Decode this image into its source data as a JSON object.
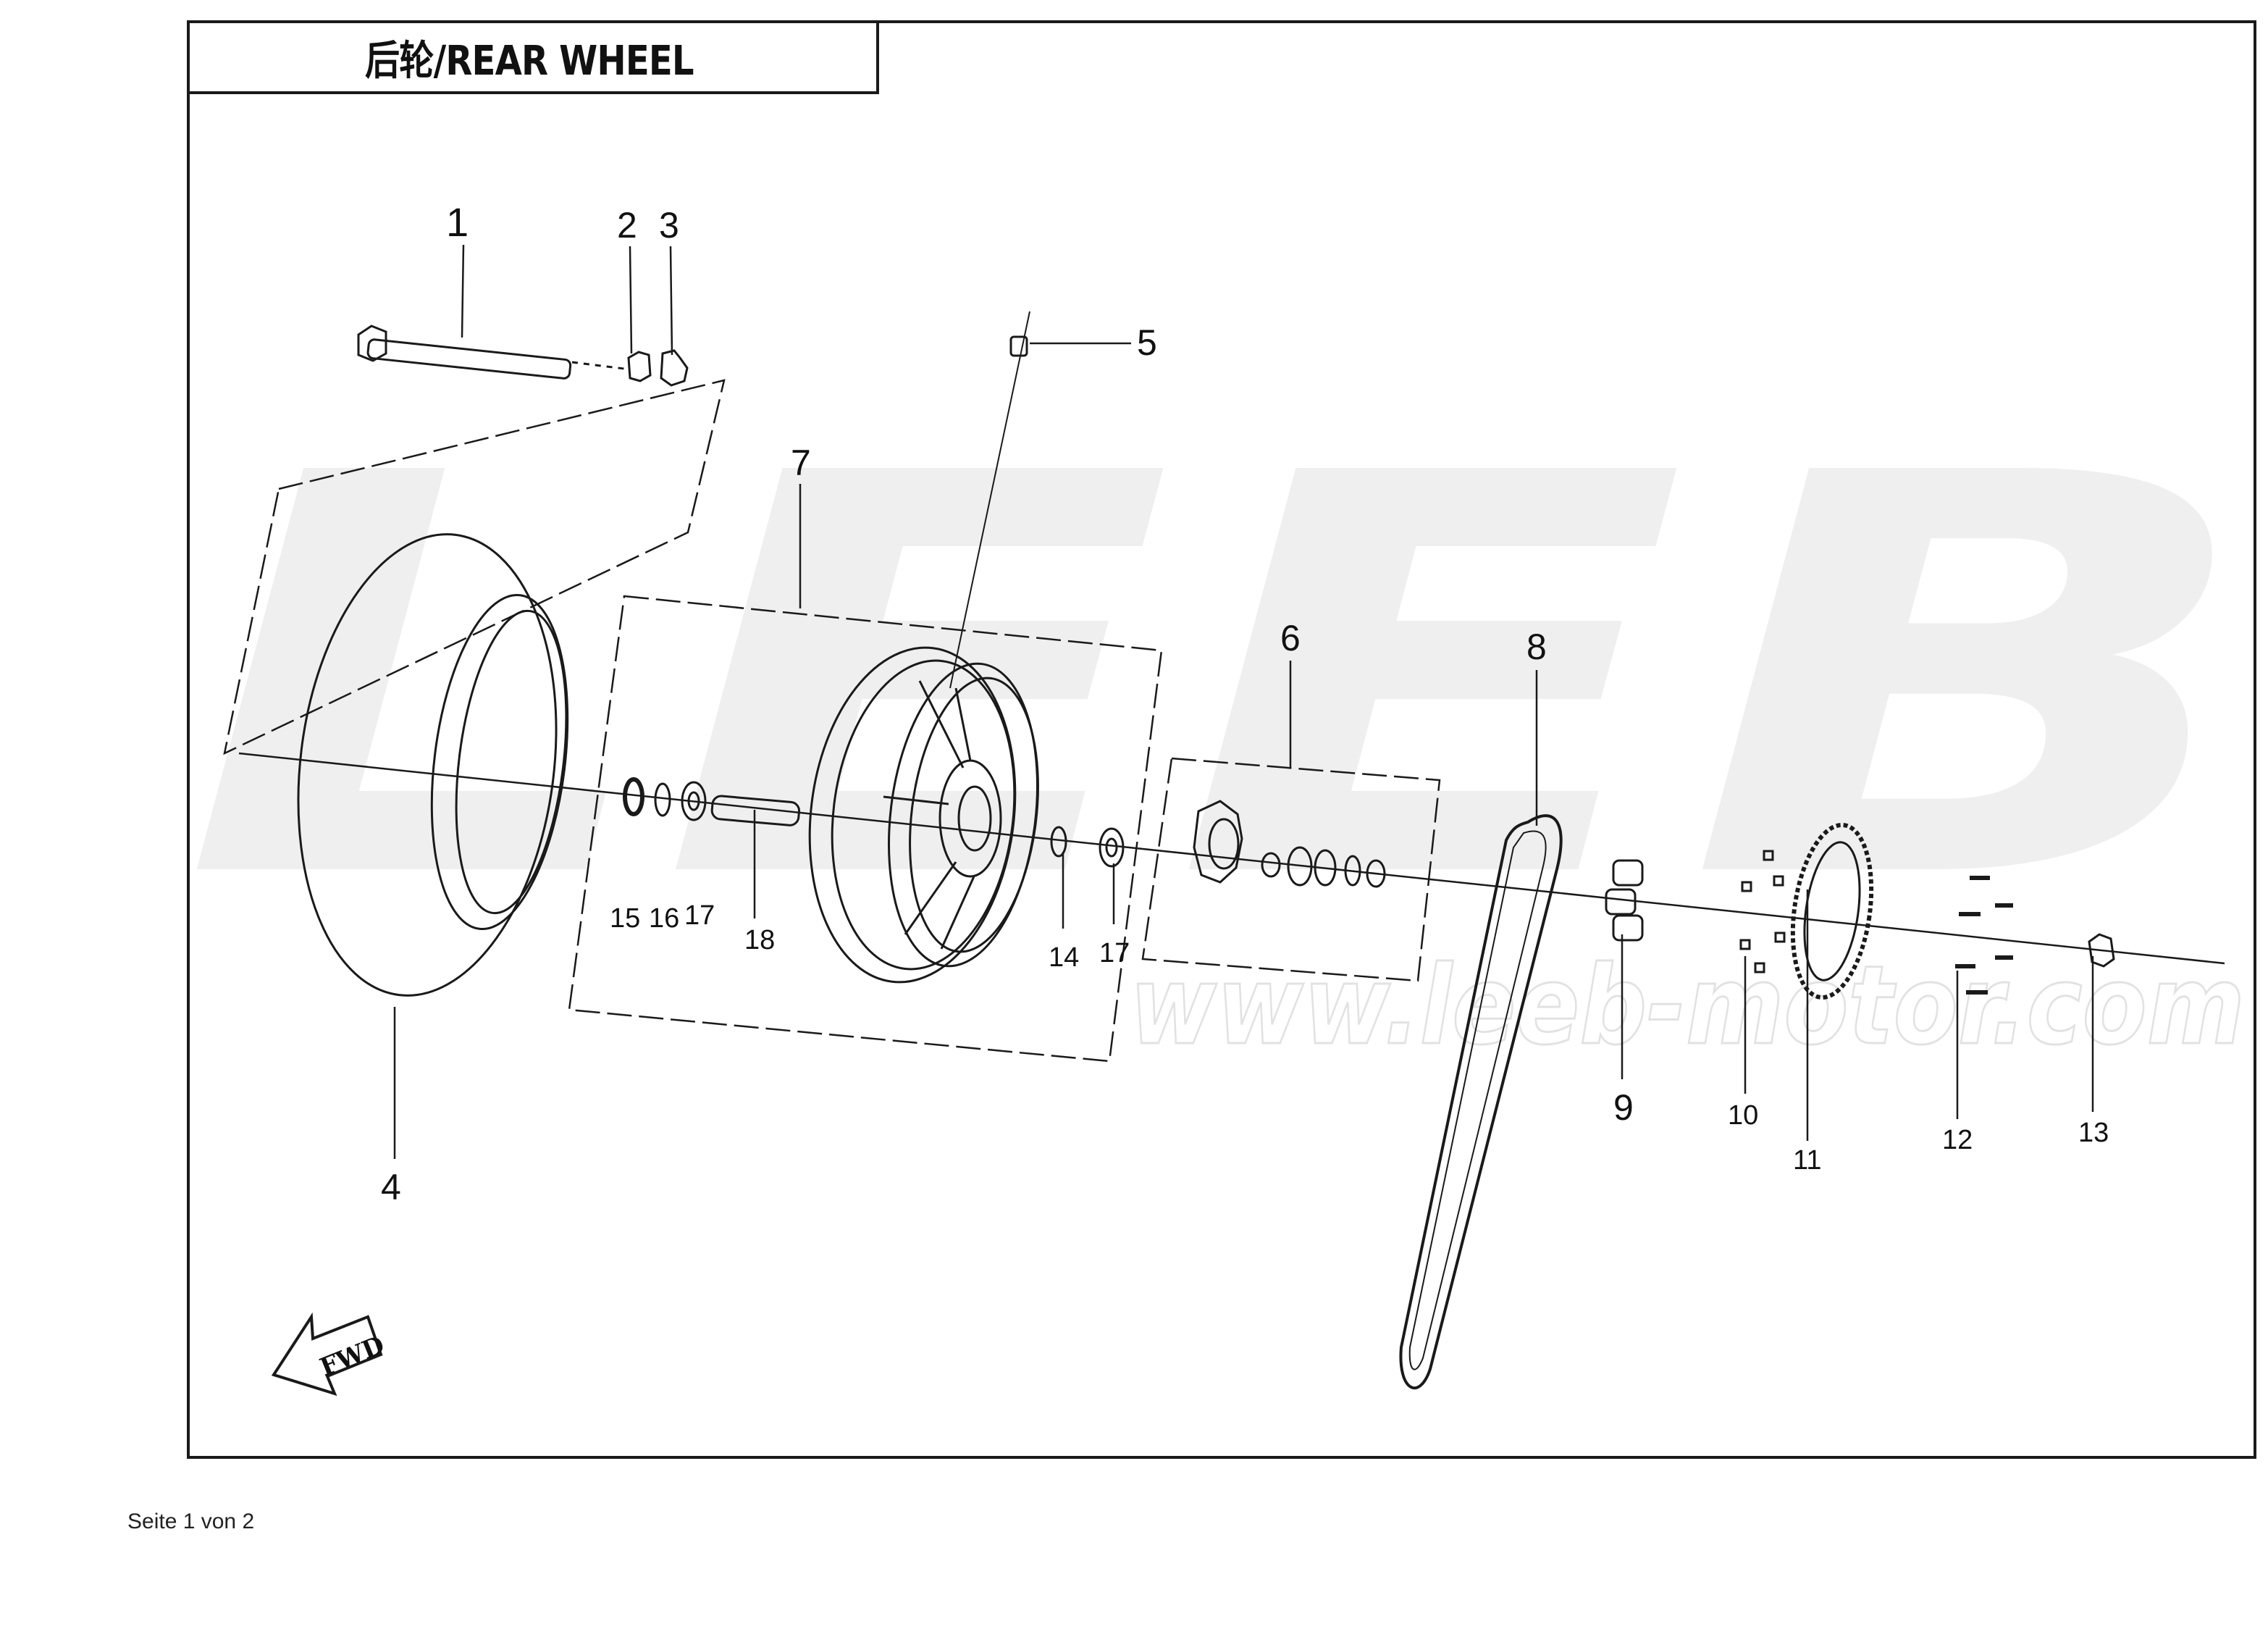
{
  "title": "后轮/REAR WHEEL",
  "watermark": {
    "brand": "LEEB",
    "url": "www.leeb-motor.com"
  },
  "fwd_label": "FWD",
  "footer": "Seite 1 von 2",
  "callouts": [
    {
      "id": "c1",
      "text": "1"
    },
    {
      "id": "c2",
      "text": "2"
    },
    {
      "id": "c3",
      "text": "3"
    },
    {
      "id": "c4",
      "text": "4"
    },
    {
      "id": "c5",
      "text": "5"
    },
    {
      "id": "c6",
      "text": "6"
    },
    {
      "id": "c7",
      "text": "7"
    },
    {
      "id": "c8",
      "text": "8"
    },
    {
      "id": "c9",
      "text": "9"
    },
    {
      "id": "c10",
      "text": "10"
    },
    {
      "id": "c11",
      "text": "11"
    },
    {
      "id": "c12",
      "text": "12"
    },
    {
      "id": "c13",
      "text": "13"
    },
    {
      "id": "c14",
      "text": "14"
    },
    {
      "id": "c15",
      "text": "15"
    },
    {
      "id": "c16",
      "text": "16"
    },
    {
      "id": "c17a",
      "text": "17"
    },
    {
      "id": "c17b",
      "text": "17"
    },
    {
      "id": "c18",
      "text": "18"
    }
  ],
  "colors": {
    "line": "#1a1a1a",
    "watermark": "#eeeeee",
    "background": "#ffffff"
  }
}
